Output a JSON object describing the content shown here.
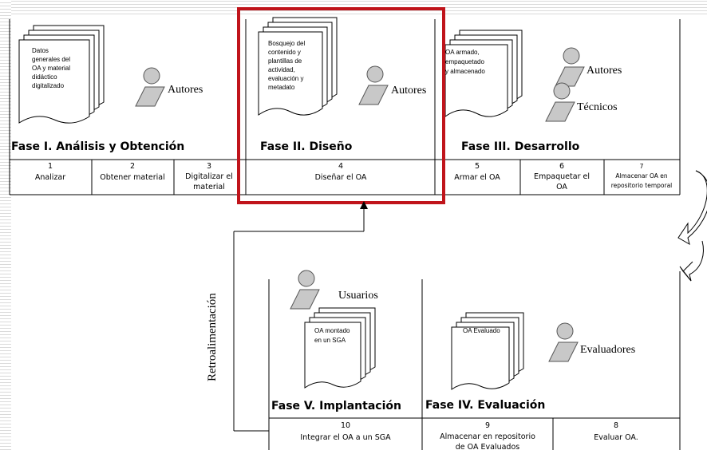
{
  "phase1": {
    "doc_lines": [
      "Datos",
      "generales del",
      "OA y material",
      "didáctico",
      "digitalizado"
    ],
    "actor": "Autores",
    "title": "Fase I.  Análisis y Obtención",
    "steps": [
      {
        "num": "1",
        "lines": [
          "Analizar"
        ]
      },
      {
        "num": "2",
        "lines": [
          "Obtener material"
        ]
      },
      {
        "num": "3",
        "lines": [
          "Digitalizar el",
          "material"
        ]
      }
    ]
  },
  "phase2": {
    "doc_lines": [
      "Bosquejo del",
      "contenido y",
      "plantillas de",
      "actividad,",
      "evaluación y",
      "metadato"
    ],
    "actor": "Autores",
    "title": "Fase II. Diseño",
    "steps": [
      {
        "num": "4",
        "lines": [
          "Diseñar el OA"
        ]
      }
    ]
  },
  "phase3": {
    "doc_lines": [
      "OA armado,",
      "empaquetado",
      "y almacenado"
    ],
    "actor1": "Autores",
    "actor2": "Técnicos",
    "title": "Fase III. Desarrollo",
    "steps": [
      {
        "num": "5",
        "lines": [
          "Armar el OA"
        ]
      },
      {
        "num": "6",
        "lines": [
          "Empaquetar el",
          "OA"
        ]
      },
      {
        "num": "7",
        "lines": [
          "Almacenar OA en",
          "repositorio temporal"
        ]
      }
    ]
  },
  "phase5": {
    "actor": "Usuarios",
    "doc_lines": [
      "OA montado",
      "en un SGA"
    ],
    "title": "Fase V. Implantación",
    "steps": [
      {
        "num": "10",
        "lines": [
          "Integrar el OA a un SGA"
        ]
      }
    ]
  },
  "phase4": {
    "doc_lines": [
      "OA Evaluado"
    ],
    "actor": "Evaluadores",
    "title": "Fase IV. Evaluación",
    "steps": [
      {
        "num": "9",
        "lines": [
          "Almacenar en repositorio",
          "de OA Evaluados"
        ]
      },
      {
        "num": "8",
        "lines": [
          "Evaluar OA."
        ]
      }
    ]
  },
  "feedback_label": "Retroalimentación",
  "colors": {
    "highlight": "#c0141b",
    "person": "#c4c4c4",
    "line": "#000000"
  }
}
